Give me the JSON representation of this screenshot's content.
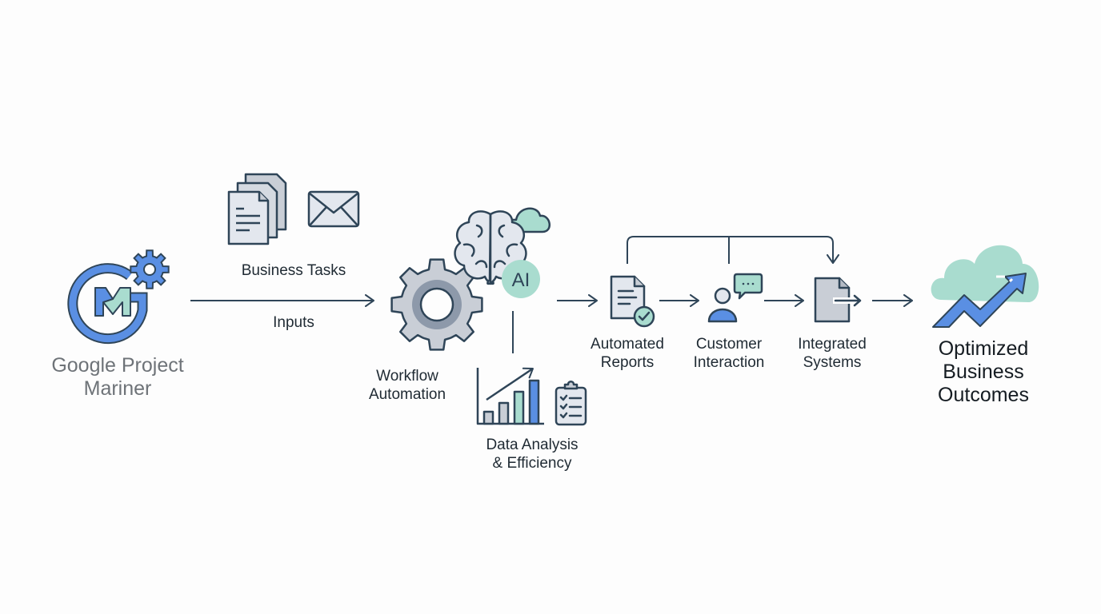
{
  "title": "Google Project Mariner",
  "colors": {
    "stroke": "#2f4558",
    "blue": "#5a8fe3",
    "mint": "#a9dccf",
    "light_gray": "#e3e7ee",
    "mid_gray": "#c9ced6",
    "ring_gray": "#8d99aa",
    "brand_text": "#6e7378"
  },
  "nodes": {
    "brand": {
      "lines": [
        "Google Project",
        "Mariner"
      ],
      "icon": "mariner-logo-gear-icon"
    },
    "business_tasks": {
      "label": "Business Tasks",
      "icons": [
        "documents-stack-icon",
        "envelope-icon"
      ]
    },
    "inputs": {
      "label": "Inputs"
    },
    "workflow": {
      "lines": [
        "Workflow",
        "Automation"
      ],
      "icon": "gear-icon"
    },
    "ai": {
      "badge": "AI",
      "icons": [
        "brain-icon",
        "cloud-icon",
        "ai-badge-icon"
      ]
    },
    "data_analysis": {
      "lines": [
        "Data Analysis",
        "& Efficiency"
      ],
      "icons": [
        "bar-chart-trend-icon",
        "clipboard-checklist-icon"
      ]
    },
    "reports": {
      "lines": [
        "Automated",
        "Reports"
      ],
      "icon": "document-check-icon"
    },
    "customer": {
      "lines": [
        "Customer",
        "Interaction"
      ],
      "icon": "user-chat-icon"
    },
    "integrated": {
      "lines": [
        "Integrated",
        "Systems"
      ],
      "icon": "document-export-icon"
    },
    "outcome": {
      "lines": [
        "Optimized",
        "Business",
        "Outcomes"
      ],
      "icon": "cloud-growth-arrow-icon"
    }
  },
  "flow": [
    [
      "brand",
      "workflow"
    ],
    [
      "ai",
      "reports"
    ],
    [
      "reports",
      "customer"
    ],
    [
      "customer",
      "integrated"
    ],
    [
      "integrated",
      "outcome"
    ],
    [
      "reports",
      "integrated"
    ],
    [
      "customer",
      "integrated"
    ],
    [
      "ai",
      "data_analysis"
    ]
  ]
}
